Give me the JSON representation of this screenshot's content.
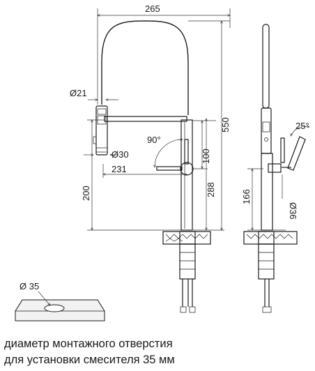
{
  "dimensions": {
    "width_total": "265",
    "height_total": "550",
    "hose_dia": "Ø21",
    "spray_dia": "Ø30",
    "reach": "231",
    "angle_handle": "90°",
    "handle_height": "100",
    "spout_height": "288",
    "body_height": "200",
    "side_angle": "25°",
    "side_height": "166",
    "body_dia": "Ø36",
    "hole_dia": "Ø 35"
  },
  "caption": {
    "line1": "диаметр монтажного отверстия",
    "line2": "для установки смесителя 35 мм"
  }
}
